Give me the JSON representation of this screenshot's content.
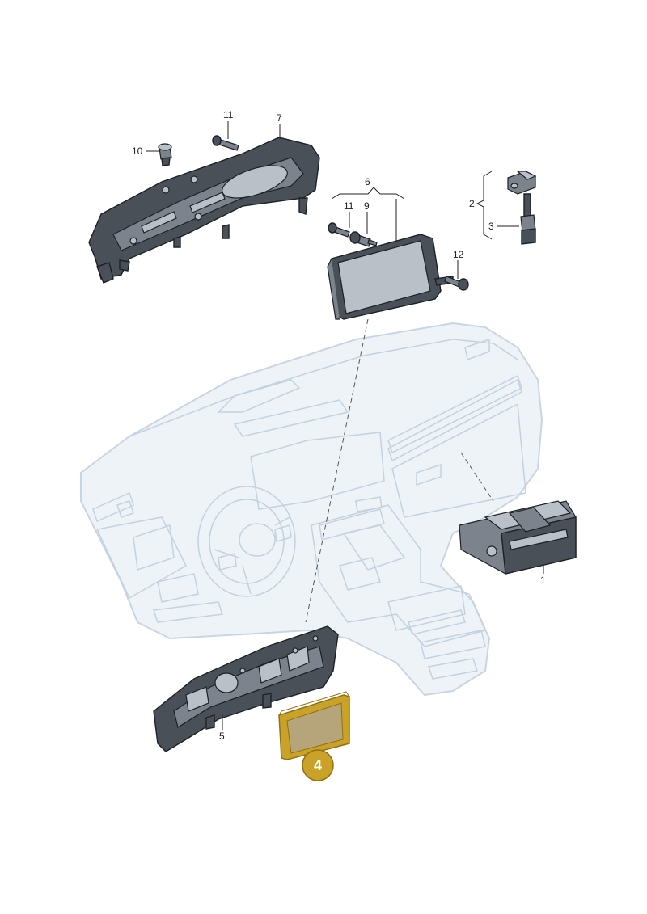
{
  "callouts": {
    "c1": "1",
    "c2": "2",
    "c3": "3",
    "c4": "4",
    "c5": "5",
    "c6": "6",
    "c7": "7",
    "c9": "9",
    "c10": "10",
    "c11a": "11",
    "c11b": "11",
    "c12": "12"
  },
  "colors": {
    "highlight": "#c9a227",
    "highlight_dark": "#8f7115",
    "part": "#4a5058",
    "dashboard": "#eef3f8"
  }
}
